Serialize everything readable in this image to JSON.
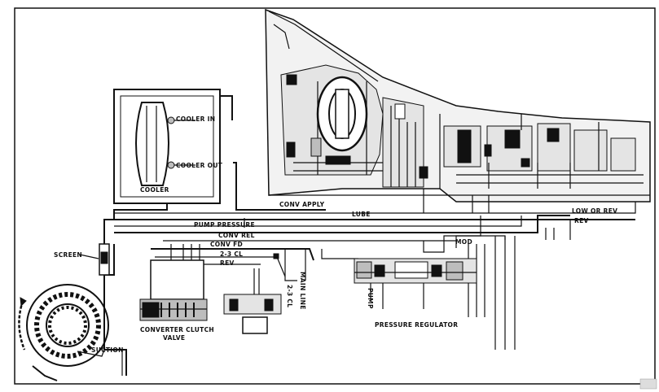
{
  "labels": {
    "cooler_in": "COOLER IN",
    "cooler_out": "COOLER OUT",
    "cooler": "COOLER",
    "conv_apply": "CONV APPLY",
    "lube": "LUBE",
    "low_or_rev": "LOW OR REV",
    "rev_right": "REV",
    "pump_pressure": "PUMP PRESSURE",
    "conv_rel": "CONV REL",
    "conv_fd": "CONV FD",
    "cl_23": "2-3 CL",
    "rev_left": "REV",
    "mod": "MOD",
    "screen": "SCREEN",
    "converter_clutch_valve_1": "CONVERTER CLUTCH",
    "converter_clutch_valve_2": "VALVE",
    "pump_vertical": "PUMP",
    "cl_23_vertical": "2-3 CL",
    "main_line_vertical": "MAIN LINE",
    "pressure_regulator": "PRESSURE REGULATOR",
    "suction": "SUCTION"
  }
}
